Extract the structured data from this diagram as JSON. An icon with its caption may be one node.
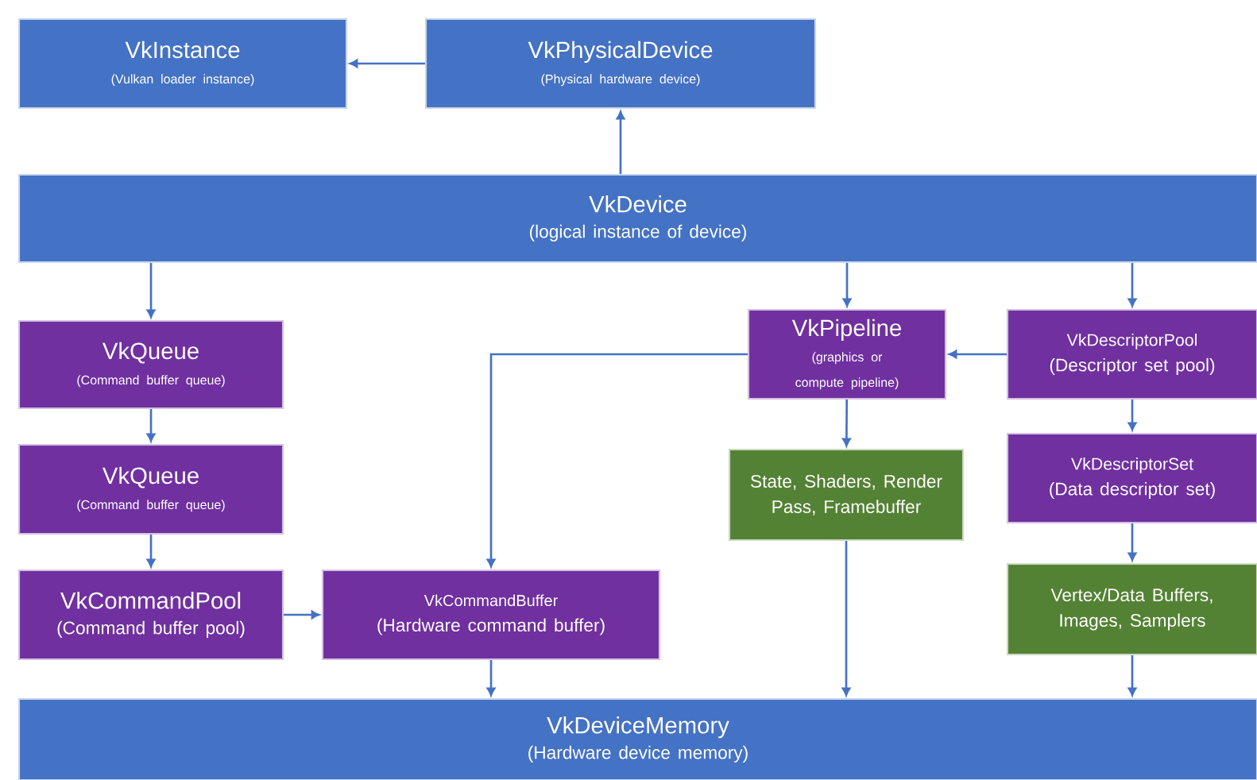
{
  "diagram": {
    "nodes": [
      {
        "text": [
          "VkInstance",
          "(Vulkan loader instance)"
        ]
      },
      {
        "text": [
          "VkPhysicalDevice",
          "(Physical hardware device)"
        ]
      },
      {
        "text": [
          "VkDevice",
          "(logical instance of device)"
        ]
      },
      {
        "text": [
          "VkQueue",
          "(Command buffer queue)"
        ]
      },
      {
        "text": [
          "VkQueue",
          "(Command buffer queue)"
        ]
      },
      {
        "text": [
          "VkCommandPool",
          "(Command buffer pool)"
        ]
      },
      {
        "text": [
          "VkCommandBuffer",
          "(Hardware command buffer)"
        ]
      },
      {
        "text": [
          "VkPipeline",
          "(graphics or compute pipeline)"
        ]
      },
      {
        "text": [
          "VkDescriptorPool",
          "(Descriptor set pool)"
        ]
      },
      {
        "text": [
          "State, Shaders, Render Pass, Framebuffer"
        ]
      },
      {
        "text": [
          "VkDescriptorSet",
          "(Data descriptor set)"
        ]
      },
      {
        "text": [
          "Vertex/Data Buffers, Images, Samplers"
        ]
      },
      {
        "text": [
          "VkDeviceMemory",
          "(Hardware device memory)"
        ]
      }
    ],
    "edges": [
      {
        "from": 1,
        "to": 0,
        "arrow": "to"
      },
      {
        "from": 2,
        "to": 1,
        "arrow": "to"
      },
      {
        "from": 2,
        "to": 3,
        "arrow": "to"
      },
      {
        "from": 3,
        "to": 4,
        "arrow": "to"
      },
      {
        "from": 4,
        "to": 5,
        "arrow": "to"
      },
      {
        "from": 5,
        "to": 6,
        "arrow": "to"
      },
      {
        "from": 2,
        "to": 7,
        "arrow": "to"
      },
      {
        "from": 2,
        "to": 8,
        "arrow": "to"
      },
      {
        "from": 8,
        "to": 7,
        "arrow": "to"
      },
      {
        "from": 7,
        "to": 6,
        "arrow": "to"
      },
      {
        "from": 7,
        "to": 9,
        "arrow": "to"
      },
      {
        "from": 8,
        "to": 10,
        "arrow": "to"
      },
      {
        "from": 10,
        "to": 11,
        "arrow": "to"
      },
      {
        "from": 6,
        "to": 12,
        "arrow": "to"
      },
      {
        "from": 9,
        "to": 12,
        "arrow": "to"
      },
      {
        "from": 11,
        "to": 12,
        "arrow": "to"
      }
    ]
  }
}
